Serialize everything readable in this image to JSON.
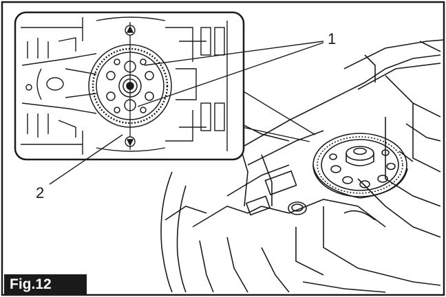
{
  "figure": {
    "label": "Fig.12",
    "callouts": [
      {
        "id": "1",
        "text": "1"
      },
      {
        "id": "2",
        "text": "2"
      }
    ]
  },
  "colors": {
    "line": "#1a1a1a",
    "label_bg": "#1a1a1a",
    "label_text": "#ffffff",
    "background": "#ffffff"
  },
  "icons": [
    "alignment-mark-triangle-icon",
    "gear-icon"
  ]
}
